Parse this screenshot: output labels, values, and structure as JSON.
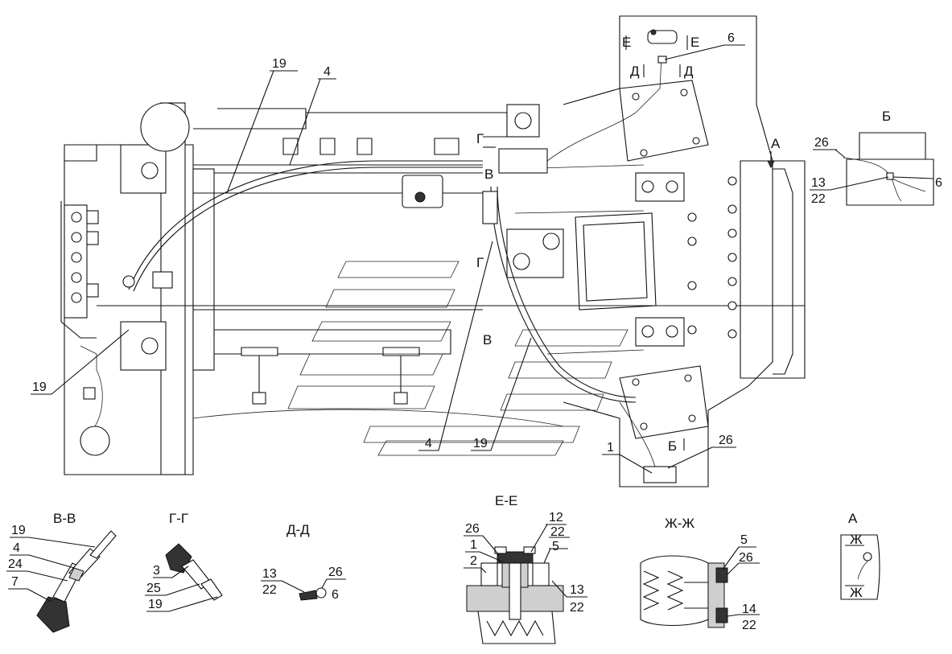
{
  "view_marks": {
    "E_top_left": "Е",
    "E_top_right": "Е",
    "D_left": "Д",
    "D_right": "Д",
    "A_arrow": "А",
    "G_top": "Г",
    "G_bottom": "Г",
    "V_top": "В",
    "V_bottom": "В",
    "B_lower": "Б"
  },
  "main_callouts": {
    "c19_top": "19",
    "c4_top": "4",
    "c6_top": "6",
    "c19_left": "19",
    "c4_bottom": "4",
    "c19_bottom": "19",
    "c1_bottom": "1",
    "c26_bottom": "26"
  },
  "detail_B": {
    "title": "Б",
    "c26": "26",
    "c13": "13",
    "c22": "22",
    "c6": "6"
  },
  "section_VV": {
    "title": "В-В",
    "c19": "19",
    "c4": "4",
    "c24": "24",
    "c7": "7"
  },
  "section_GG": {
    "title": "Г-Г",
    "c3": "3",
    "c25": "25",
    "c19": "19"
  },
  "section_DD": {
    "title": "Д-Д",
    "c13": "13",
    "c22": "22",
    "c26": "26",
    "c6": "6"
  },
  "section_EE": {
    "title": "Е-Е",
    "c26": "26",
    "c1": "1",
    "c2": "2",
    "c12": "12",
    "c22_top": "22",
    "c5": "5",
    "c13": "13",
    "c22_bottom": "22"
  },
  "section_ZZ": {
    "title": "Ж-Ж",
    "c5": "5",
    "c26": "26",
    "c14": "14",
    "c22": "22"
  },
  "view_A": {
    "title": "А",
    "zh_top": "Ж",
    "zh_bottom": "Ж"
  }
}
